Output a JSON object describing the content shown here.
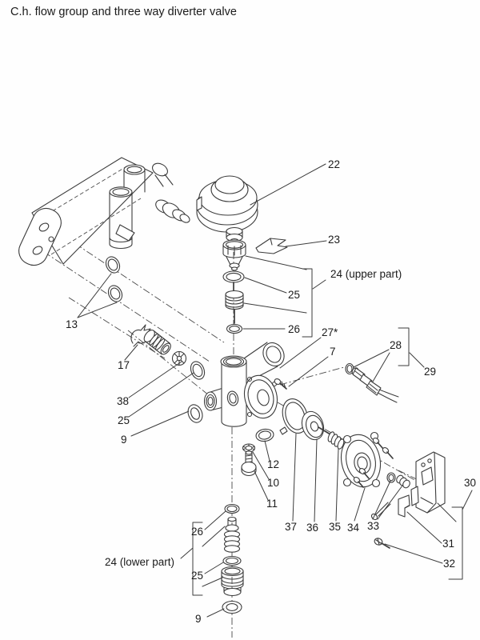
{
  "page": {
    "title": "C.h. flow group and three way diverter valve"
  },
  "colors": {
    "line": "#3c3c3c",
    "text": "#1b1b1b",
    "background": "#ffffff"
  },
  "parts": {
    "p22": "22",
    "p23": "23",
    "p24_upper": "24 (upper part)",
    "p25_upper": "25",
    "p26_upper": "26",
    "p27": "27*",
    "p7": "7",
    "p28": "28",
    "p29": "29",
    "p13": "13",
    "p17": "17",
    "p38": "38",
    "p25_left": "25",
    "p9_left": "9",
    "p12": "12",
    "p10": "10",
    "p11": "11",
    "p37": "37",
    "p36": "36",
    "p35": "35",
    "p34": "34",
    "p33": "33",
    "p30": "30",
    "p31": "31",
    "p32": "32",
    "p26_lower": "26",
    "p24_lower": "24 (lower part)",
    "p25_lower": "25",
    "p9_lower": "9"
  }
}
